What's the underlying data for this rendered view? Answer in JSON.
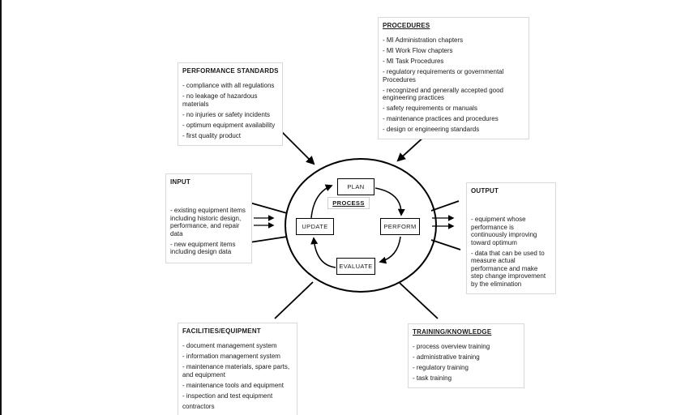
{
  "diagram": {
    "title": "Mechanical Integrity process cycle diagram",
    "colors": {
      "background": "#ffffff",
      "box_border": "#d9d9d9",
      "line": "#000000",
      "text": "#1a1a1a"
    }
  },
  "boxes": {
    "procedures": {
      "title": "PROCEDURES",
      "items": [
        "- MI Administration chapters",
        "- MI Work Flow chapters",
        "- MI Task Procedures",
        "- regulatory requirements or governmental Procedures",
        "- recognized and generally accepted good engineering practices",
        "- safety requirements or manuals",
        "- maintenance practices and procedures",
        "- design or engineering standards"
      ]
    },
    "performance_standards": {
      "title": "PERFORMANCE STANDARDS",
      "items": [
        "- compliance with all regulations",
        "- no leakage of hazardous materials",
        "- no injuries or safety incidents",
        "- optimum equipment availability",
        "- first quality product"
      ]
    },
    "input": {
      "title": "INPUT",
      "items": [
        "- existing equipment items including historic design, performance, and repair data",
        "- new equipment items including design data"
      ]
    },
    "output": {
      "title": "OUTPUT",
      "items": [
        "- equipment whose performance is continuously improving toward optimum",
        "- data that can be used to measure actual performance and make step change improvement by the elimination"
      ]
    },
    "facilities_equipment": {
      "title": "FACILITIES/EQUIPMENT",
      "items": [
        "- document management system",
        "- information management system",
        "- maintenance materials, spare parts, and equipment",
        "- maintenance tools and equipment",
        "- inspection and test equipment",
        "contractors"
      ]
    },
    "training_knowledge": {
      "title": "TRAINING/KNOWLEDGE",
      "items": [
        "- process overview training",
        "- administrative training",
        "- regulatory training",
        "- task training"
      ]
    }
  },
  "cycle": {
    "label": "PROCESS",
    "steps": {
      "top": "PLAN",
      "right": "PERFORM",
      "bottom": "EVALUATE",
      "left": "UPDATE"
    }
  }
}
